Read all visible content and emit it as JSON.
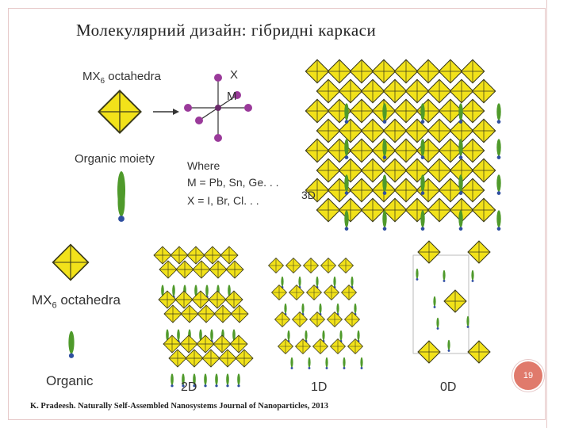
{
  "slide": {
    "title": "Молекулярний дизайн: гібридні каркаси",
    "page_number": "19",
    "citation": "K. Pradeesh. Naturally Self-Assembled Nanosystems Journal of Nanoparticles, 2013"
  },
  "figure_top": {
    "octahedra_label_main": "MX",
    "octahedra_label_sub": "6",
    "octahedra_label_rest": " octahedra",
    "atom_x": "X",
    "atom_m": "M",
    "organic_label": "Organic moiety",
    "where_label": "Where",
    "m_definition": "M = Pb, Sn, Ge. . .",
    "x_definition": "X = I, Br, Cl. . .",
    "dim_3d": "3D"
  },
  "figure_bottom": {
    "octahedra_label_main": "MX",
    "octahedra_label_sub": "6",
    "octahedra_label_rest": " octahedra",
    "organic_label": "Organic",
    "dim_2d": "2D",
    "dim_1d": "1D",
    "dim_0d": "0D"
  },
  "colors": {
    "octahedron_fill": "#f2e21a",
    "octahedron_edge": "#3a3a1a",
    "organic_fill": "#4f9a2b",
    "organic_head": "#2f4fa0",
    "atom_color": "#9a3a9a"
  }
}
